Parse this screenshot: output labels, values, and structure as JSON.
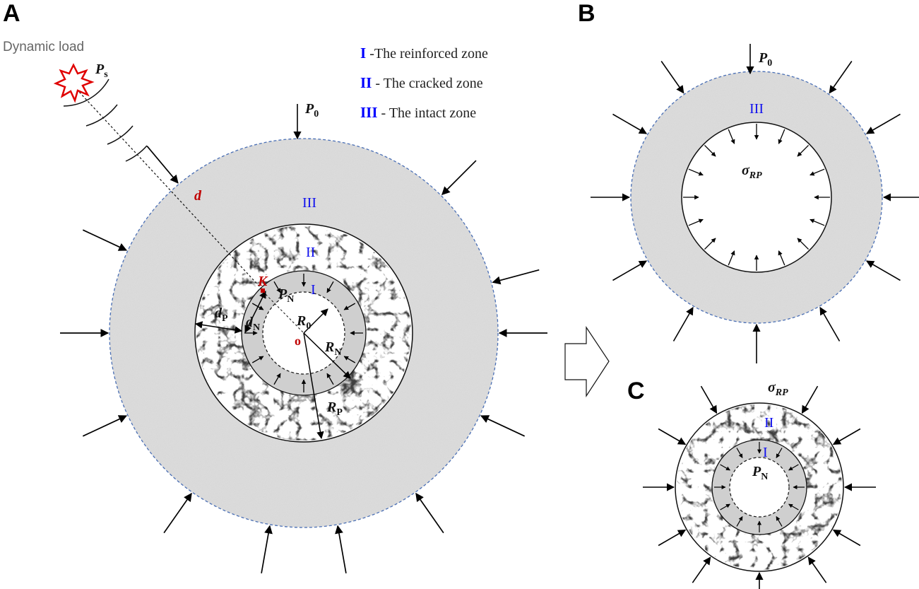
{
  "panels": {
    "a": "A",
    "b": "B",
    "c": "C"
  },
  "legend": [
    {
      "roman": "I",
      "text": " -The  reinforced zone"
    },
    {
      "roman": "II",
      "text": " - The cracked  zone"
    },
    {
      "roman": "III",
      "text": " - The intact zone"
    }
  ],
  "labels": {
    "dynamic_load": "Dynamic load",
    "ps_main": "P",
    "ps_sub": "s",
    "p0_main": "P",
    "p0_sub": "0",
    "d": "d",
    "k": "K",
    "pn_main": "P",
    "pn_sub": "N",
    "r0_main": "R",
    "r0_sub": "0",
    "rn_main": "R",
    "rn_sub": "N",
    "rp_main": "R",
    "rp_sub": "P",
    "dp_main": "d",
    "dp_sub": "P",
    "dn_main": "d",
    "dn_sub": "N",
    "origin": "o",
    "zone_1": "I",
    "zone_2": "II",
    "zone_3": "III",
    "sigma_main": "σ",
    "sigma_sub": "RP"
  },
  "colors": {
    "legend_blue": "#0000ff",
    "highlight_red": "#c00000",
    "outer_dash": "#4a6fb5",
    "intact_fill": "#dcdcdc",
    "reinforced_fill": "#cfcfcf"
  }
}
